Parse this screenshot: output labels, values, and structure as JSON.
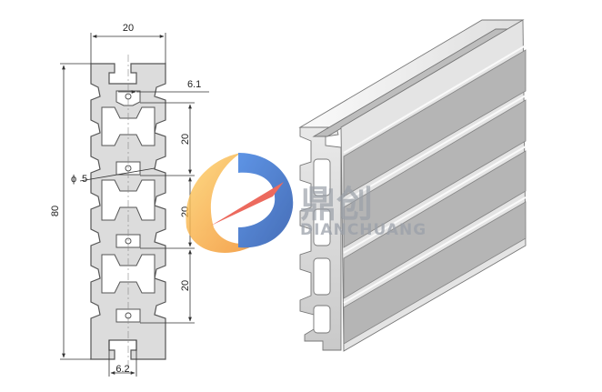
{
  "drawing": {
    "dimensions": {
      "width_top": "20",
      "slot_opening": "6.1",
      "height_total": "80",
      "pitch_1": "20",
      "pitch_2": "20",
      "pitch_3": "20",
      "hole_dia": "5",
      "dia_symbol": "ϕ",
      "slot_bottom": "6.2"
    }
  },
  "watermark": {
    "brand_cn": "鼎创",
    "brand_en": "DIANCHUANG",
    "colors": {
      "orange": "#f4a13a",
      "blue": "#2f6fd1",
      "red": "#e84a3b"
    }
  },
  "colors": {
    "profile_fill": "#dcdcdc",
    "profile_stroke": "#555555",
    "line": "#333333",
    "iso_light": "#f2f2f2",
    "iso_mid": "#d5d5d5",
    "iso_dark": "#a8a8a8"
  }
}
